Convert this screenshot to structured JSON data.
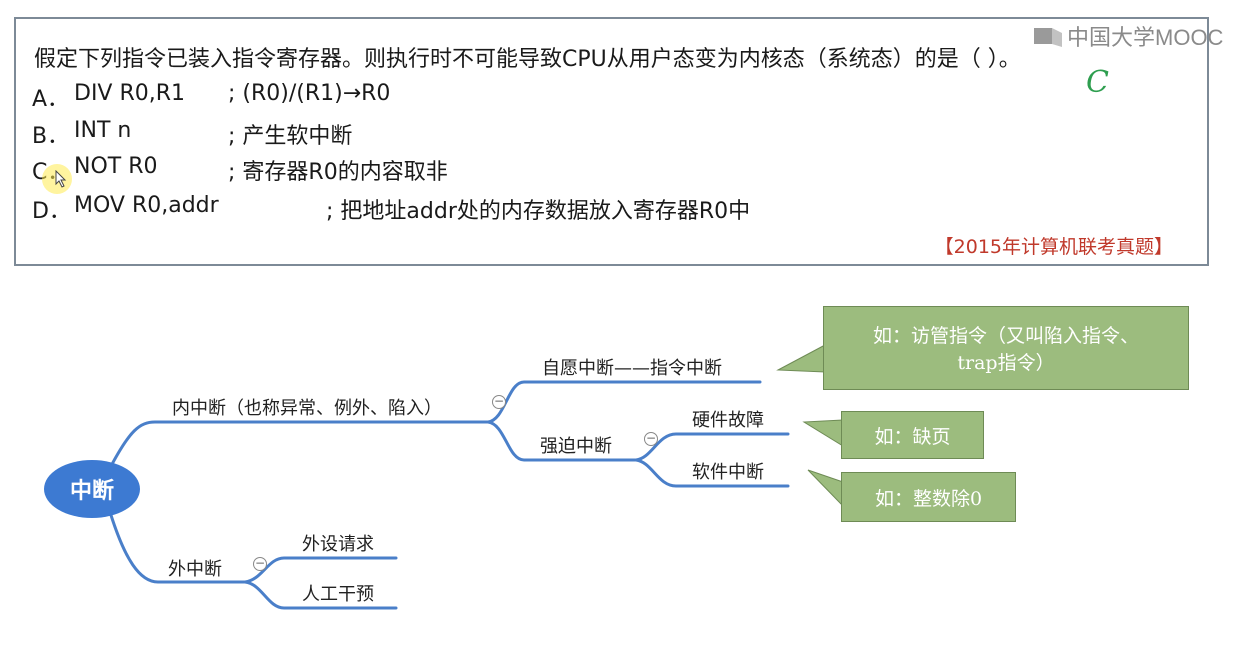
{
  "logo": {
    "text": "中国大学MOOC"
  },
  "question": {
    "text": "假定下列指令已装入指令寄存器。则执行时不可能导致CPU从用户态变为内核态（系统态）的是（    ）。",
    "options": [
      {
        "letter": "A．",
        "instr": "DIV R0,R1",
        "comment": "; (R0)/(R1)→R0"
      },
      {
        "letter": "B．",
        "instr": "INT n",
        "comment": "; 产生软中断"
      },
      {
        "letter": "C．",
        "instr": "NOT R0",
        "comment": "; 寄存器R0的内容取非"
      },
      {
        "letter": "D．",
        "instr": "MOV R0,addr",
        "comment": "; 把地址addr处的内存数据放入寄存器R0中"
      }
    ],
    "source": "【2015年计算机联考真题】",
    "handwritten_answer": "C"
  },
  "mindmap": {
    "root": "中断",
    "internal": "内中断（也称异常、例外、陷入）",
    "voluntary": "自愿中断——指令中断",
    "forced": "强迫中断",
    "hw_fault": "硬件故障",
    "sw_interrupt": "软件中断",
    "external": "外中断",
    "peripheral": "外设请求",
    "manual": "人工干预",
    "callout_trap_line1": "如：访管指令（又叫陷入指令、",
    "callout_trap_line2": "trap指令）",
    "callout_pagefault": "如：缺页",
    "callout_div0": "如：整数除0",
    "collapse_symbol": "−"
  },
  "colors": {
    "branch": "#4a7fc9",
    "callout": "#9cbc7e",
    "source": "#c0392b",
    "answer": "#2e9e4f"
  }
}
